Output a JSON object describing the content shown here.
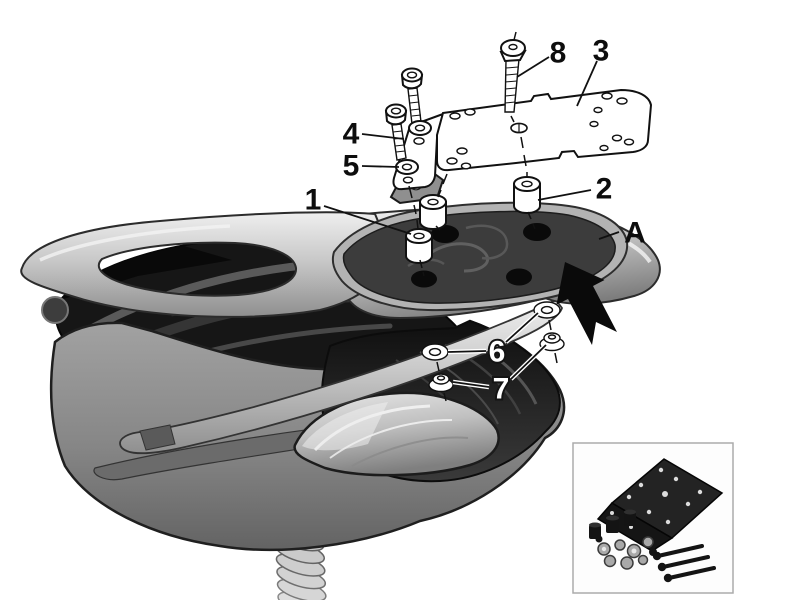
{
  "diagram": {
    "labels": {
      "part1": "1",
      "part2": "2",
      "part3": "3",
      "part4": "4",
      "part5": "5",
      "part6": "6",
      "part7": "7",
      "part8": "8",
      "view": "A"
    },
    "colors": {
      "background": "#ffffff",
      "line_art": "#111111",
      "label_dark": "#0d0d0d",
      "label_light": "#ffffff",
      "arrow": "#0a0a0a",
      "rail_silver": "#c9c9c9",
      "body_gray": "#8c8c8c",
      "cavity_dark": "#1a1a1a",
      "platform_dark": "#3c3c3c",
      "taillight_lens": "#c6c6c6",
      "inset_border": "#ababab",
      "inset_plate": "#1f1f1f"
    }
  }
}
